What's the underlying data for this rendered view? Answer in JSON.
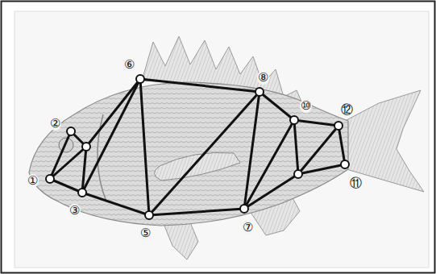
{
  "diagram": {
    "labels": [
      "①",
      "②",
      "③",
      "⑤",
      "⑥",
      "⑦",
      "⑧",
      "⑩",
      "⑫",
      "⑪"
    ]
  }
}
